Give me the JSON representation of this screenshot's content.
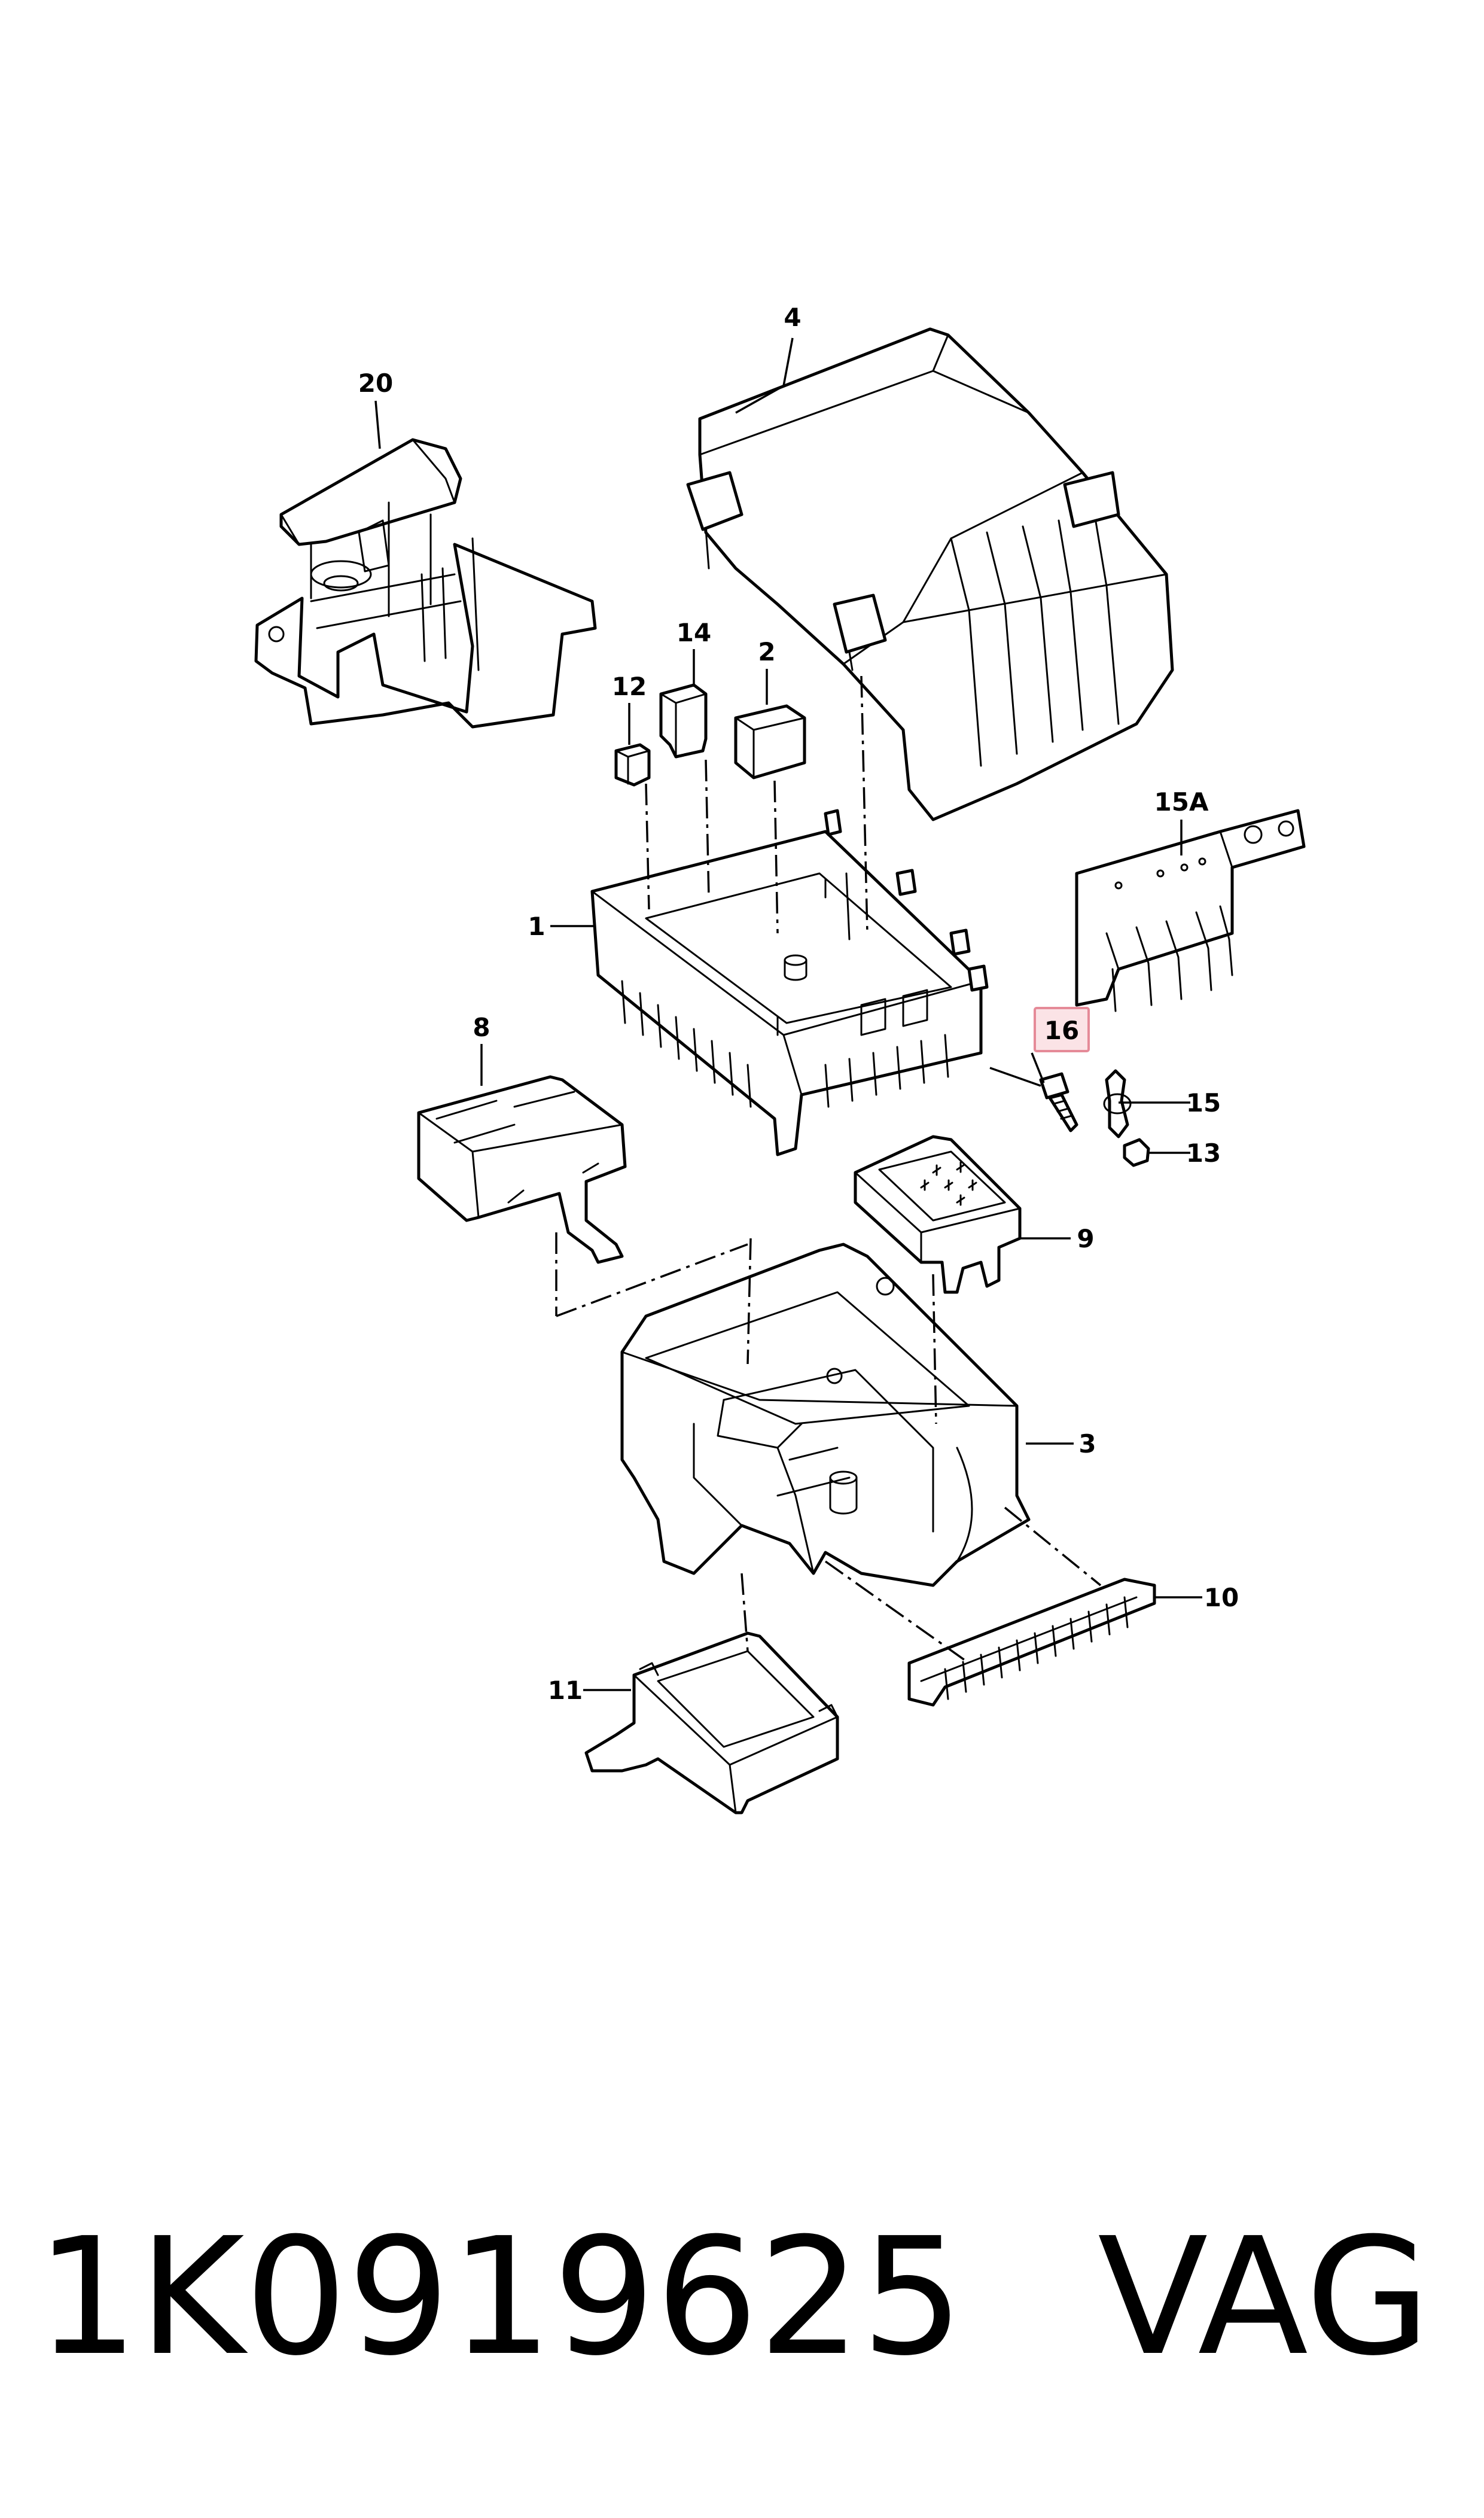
{
  "callouts": {
    "c1": "1",
    "c2": "2",
    "c3": "3",
    "c4": "4",
    "c8": "8",
    "c9": "9",
    "c10": "10",
    "c11": "11",
    "c12": "12",
    "c13": "13",
    "c14": "14",
    "c15": "15",
    "c15a": "15A",
    "c16": "16",
    "c20": "20"
  },
  "highlighted_callout": "16",
  "colors": {
    "line": "#000000",
    "highlight_fill": "#fbe3e6",
    "highlight_border": "#e58a98"
  },
  "footer": {
    "part_number": "1K0919625",
    "brand": "VAG"
  }
}
